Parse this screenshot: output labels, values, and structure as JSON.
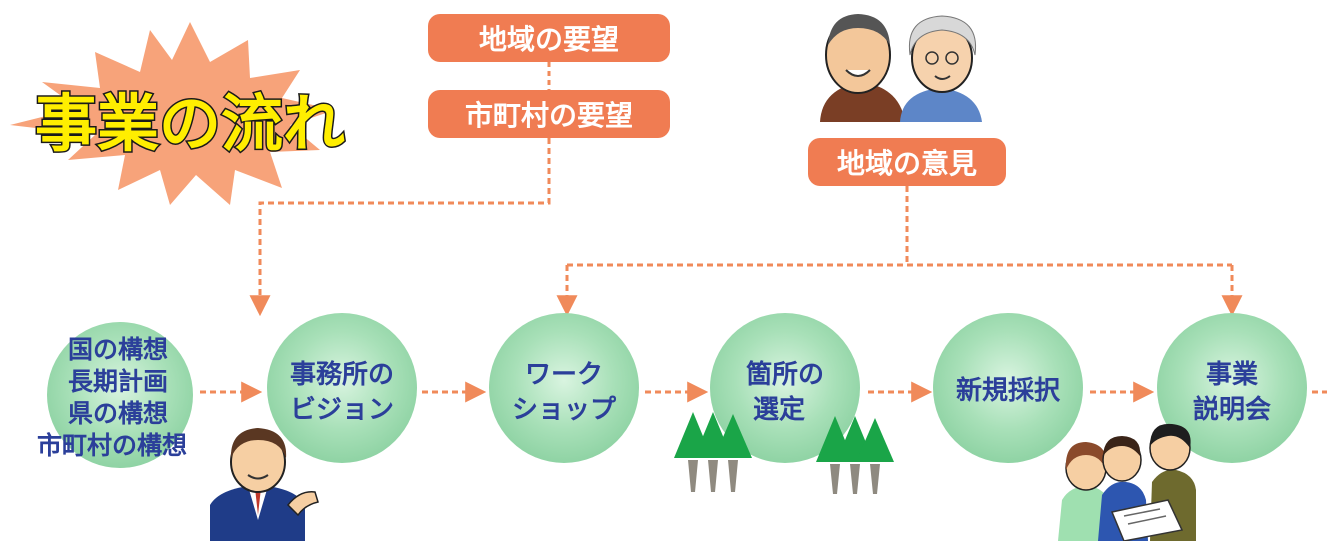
{
  "title": "事業の流れ",
  "requests": {
    "regional": "地域の要望",
    "municipal": "市町村の要望"
  },
  "opinion": "地域の意見",
  "plan_lines": [
    "国の構想",
    "長期計画",
    "県の構想",
    "市町村の構想"
  ],
  "steps": [
    {
      "id": "vision",
      "lines": [
        "事務所の",
        "ビジョン"
      ]
    },
    {
      "id": "workshop",
      "lines": [
        "ワーク",
        "ショップ"
      ]
    },
    {
      "id": "site",
      "lines": [
        "箇所の",
        "選定"
      ]
    },
    {
      "id": "adoption",
      "lines": [
        "新規採択"
      ]
    },
    {
      "id": "briefing",
      "lines": [
        "事業",
        "説明会"
      ]
    }
  ],
  "colors": {
    "orange": "#f07c52",
    "arrow": "#f08a5a",
    "circle": "#9fdcb2",
    "circle_text": "#2b3f9a",
    "title_fill": "#ffee00",
    "burst": "#f7a37a",
    "tree": "#1aa548",
    "trunk": "#8f8a80"
  }
}
